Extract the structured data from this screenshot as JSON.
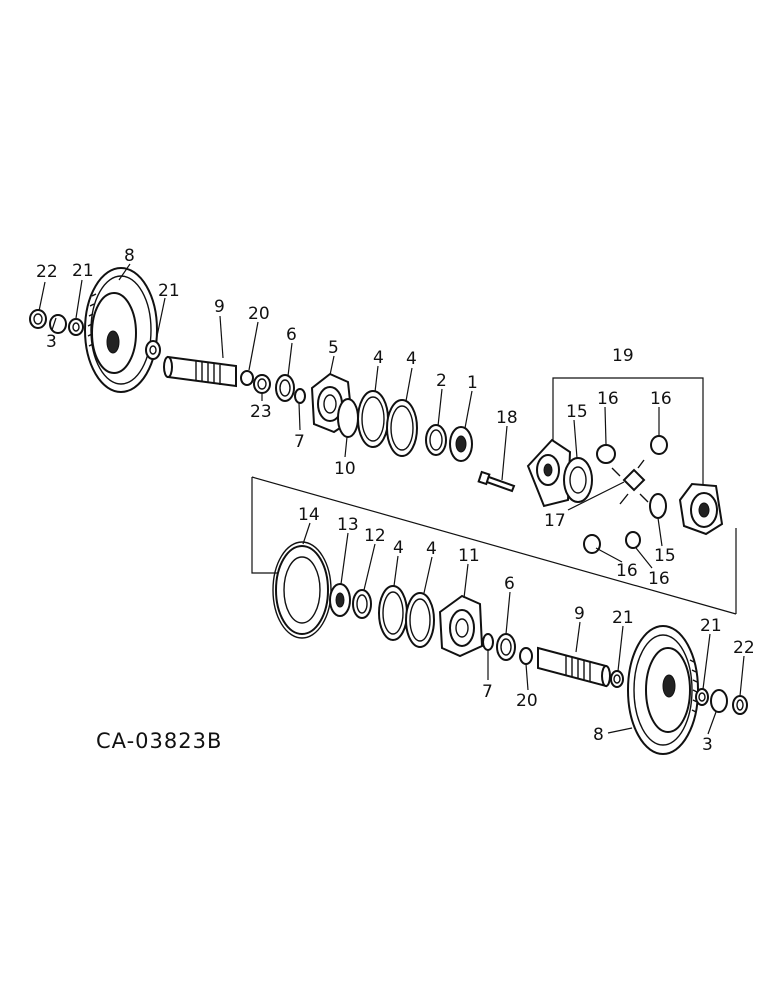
{
  "figure": {
    "code": "CA-03823B"
  },
  "callouts": {
    "c1": "1",
    "c2": "2",
    "c3a": "3",
    "c3b": "3",
    "c4a": "4",
    "c4b": "4",
    "c4c": "4",
    "c4d": "4",
    "c5": "5",
    "c6a": "6",
    "c6b": "6",
    "c7a": "7",
    "c7b": "7",
    "c8a": "8",
    "c8b": "8",
    "c9a": "9",
    "c9b": "9",
    "c10": "10",
    "c11": "11",
    "c12": "12",
    "c13": "13",
    "c14": "14",
    "c15a": "15",
    "c15b": "15",
    "c16a": "16",
    "c16b": "16",
    "c16c": "16",
    "c16d": "16",
    "c17": "17",
    "c18": "18",
    "c19": "19",
    "c20a": "20",
    "c20b": "20",
    "c21a": "21",
    "c21b": "21",
    "c21c": "21",
    "c21d": "21",
    "c22a": "22",
    "c22b": "22",
    "c23": "23"
  }
}
